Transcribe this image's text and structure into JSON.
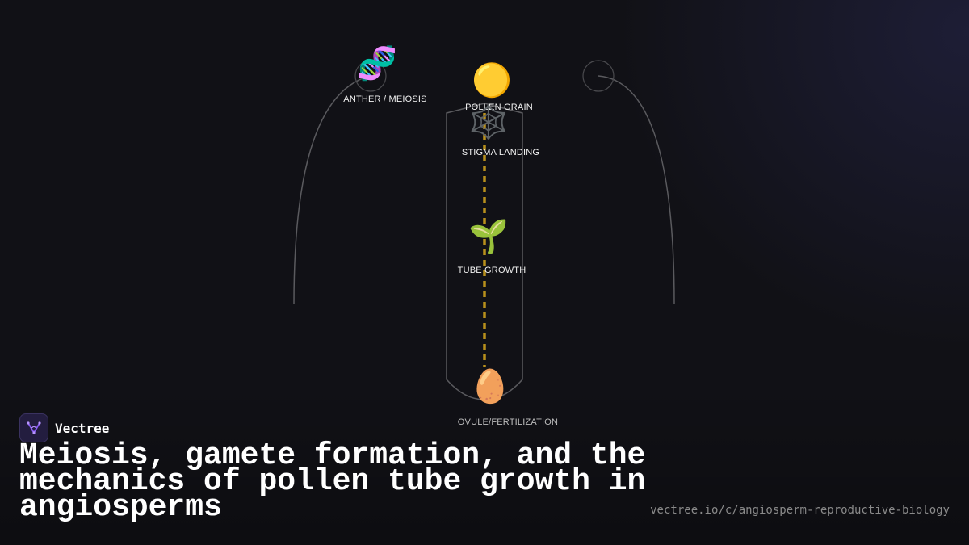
{
  "brand": {
    "name": "Vectree",
    "logo_icon": "vectree-logo-icon",
    "accent": "#8b5cf6"
  },
  "title": "Meiosis, gamete formation, and the mechanics of pollen tube growth in angiosperms",
  "url": "vectree.io/c/angiosperm-reproductive-biology",
  "colors": {
    "background": "#111116",
    "outline": "#5a5a5e",
    "pollen_tube": "#b8901c"
  },
  "diagram": {
    "nodes": [
      {
        "id": "anther",
        "label": "ANTHER / MEIOSIS",
        "icon": "🧬",
        "icon_name": "dna-icon"
      },
      {
        "id": "pollen",
        "label": "POLLEN GRAIN",
        "icon": "🟡",
        "icon_name": "pollen-grain-icon"
      },
      {
        "id": "stigma",
        "label": "STIGMA LANDING",
        "icon": "🕸️",
        "icon_name": "web-icon"
      },
      {
        "id": "tube",
        "label": "TUBE GROWTH",
        "icon": "🌱",
        "icon_name": "seedling-icon"
      },
      {
        "id": "ovule",
        "label": "OVULE/FERTILIZATION",
        "icon": "🥚",
        "icon_name": "egg-icon"
      }
    ]
  }
}
